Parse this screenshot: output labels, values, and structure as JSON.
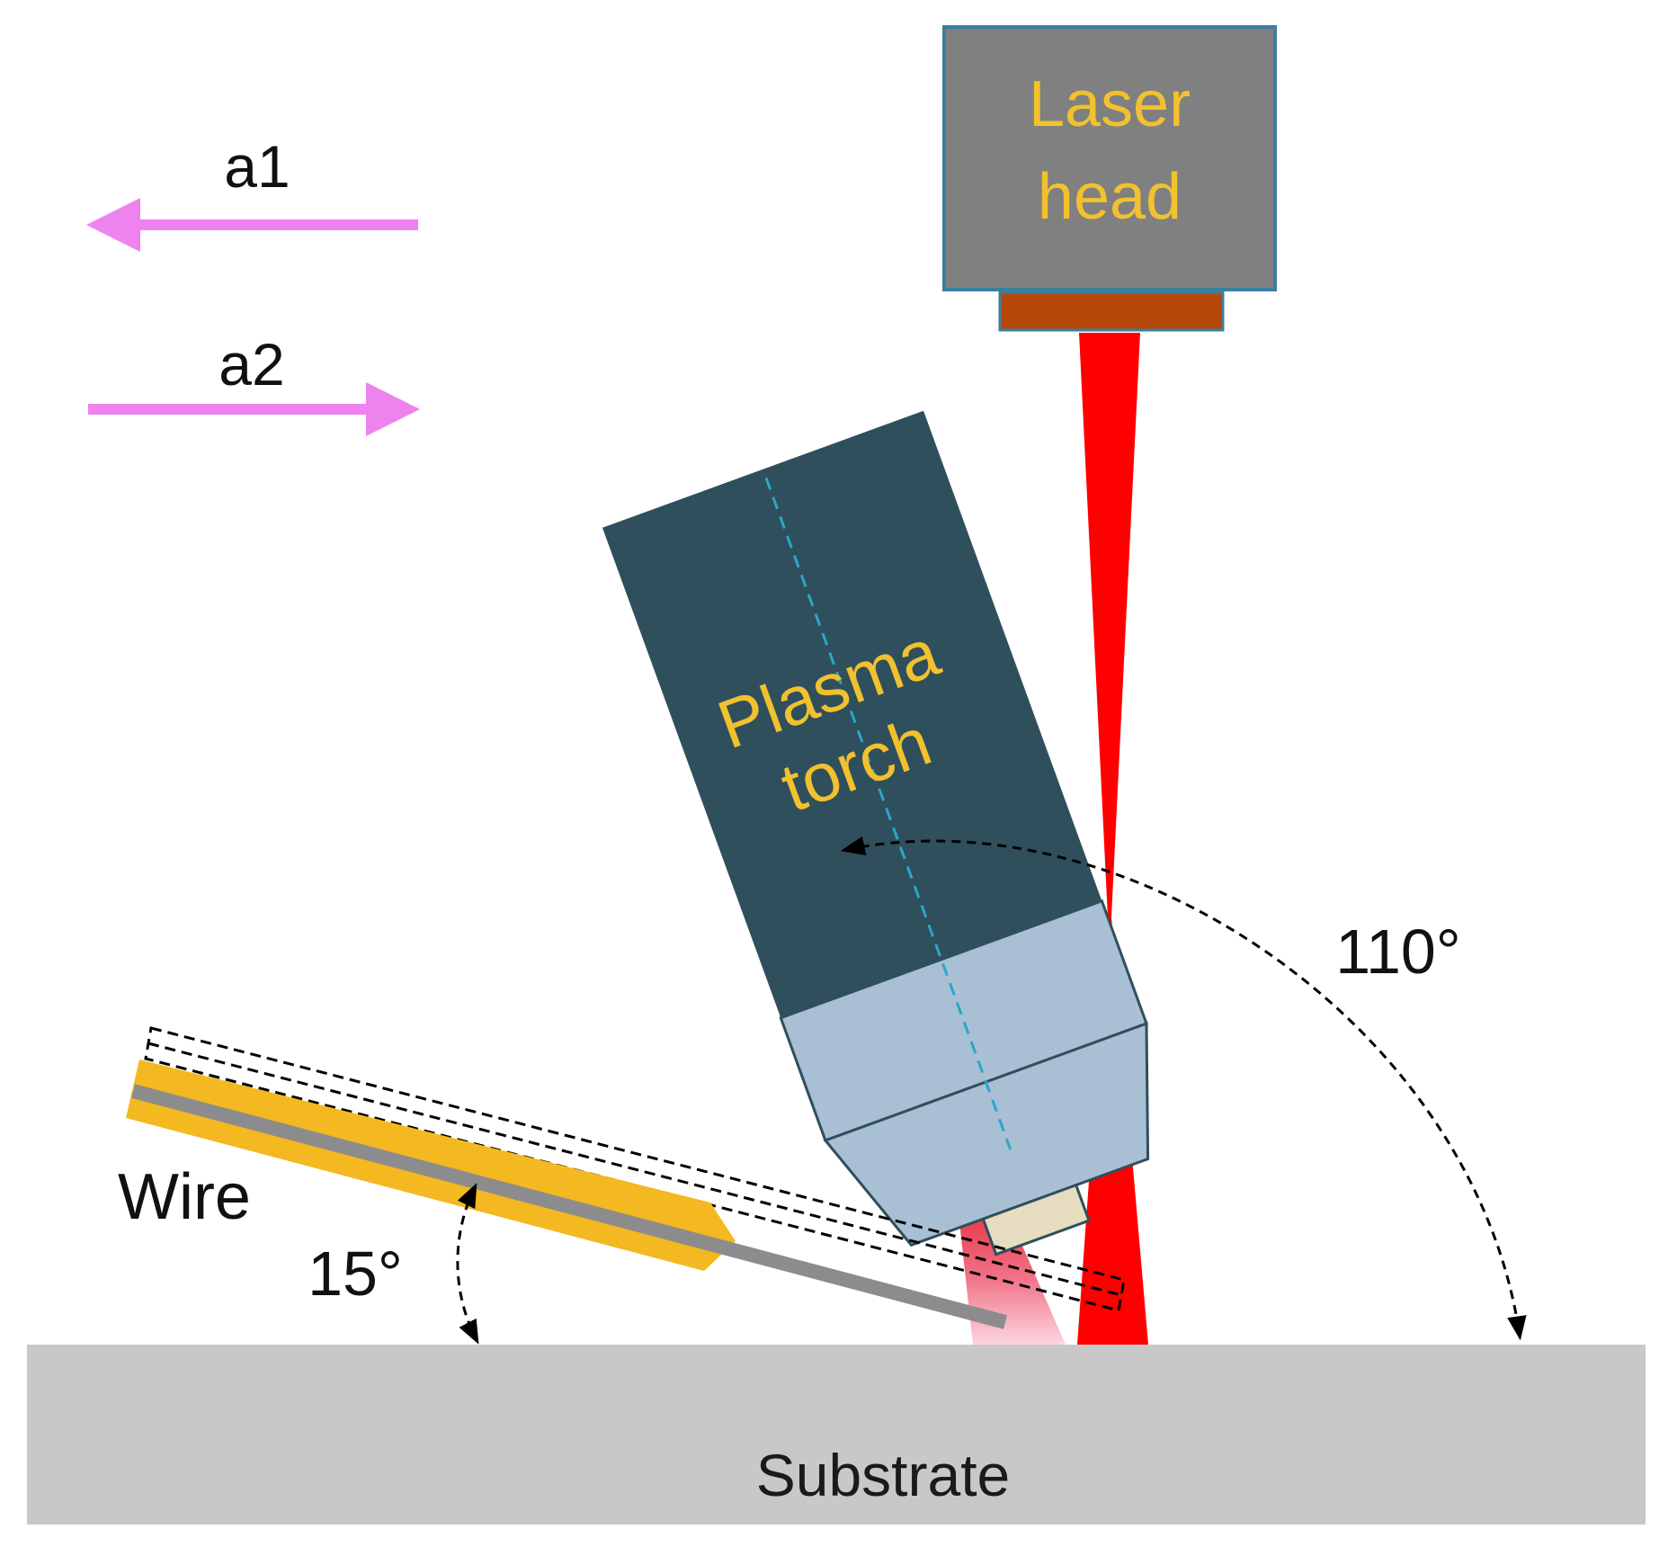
{
  "labels": {
    "direction_1": "a1",
    "direction_2": "a2",
    "laser_head_line1": "Laser",
    "laser_head_line2": "head",
    "plasma_torch_line1": "Plasma",
    "plasma_torch_line2": "torch",
    "wire": "Wire",
    "wire_angle": "15°",
    "torch_angle": "110°",
    "substrate": "Substrate"
  },
  "colors": {
    "direction_arrow": "#ee82ee",
    "laser_head_body": "#808080",
    "laser_head_border": "#3a7fa0",
    "laser_head_text": "#f2c12e",
    "laser_nozzle": "#b5470b",
    "laser_beam": "#ff0000",
    "torch_body": "#2f4f5c",
    "torch_text": "#f2c12e",
    "torch_nozzle": "#a9bfd4",
    "torch_tip": "#e6dcc0",
    "torch_axis": "#2aa7c9",
    "wire_sheath": "#f4b820",
    "wire_core": "#8c8c8c",
    "substrate": "#c8c8c8",
    "angle_marks": "#000000"
  }
}
